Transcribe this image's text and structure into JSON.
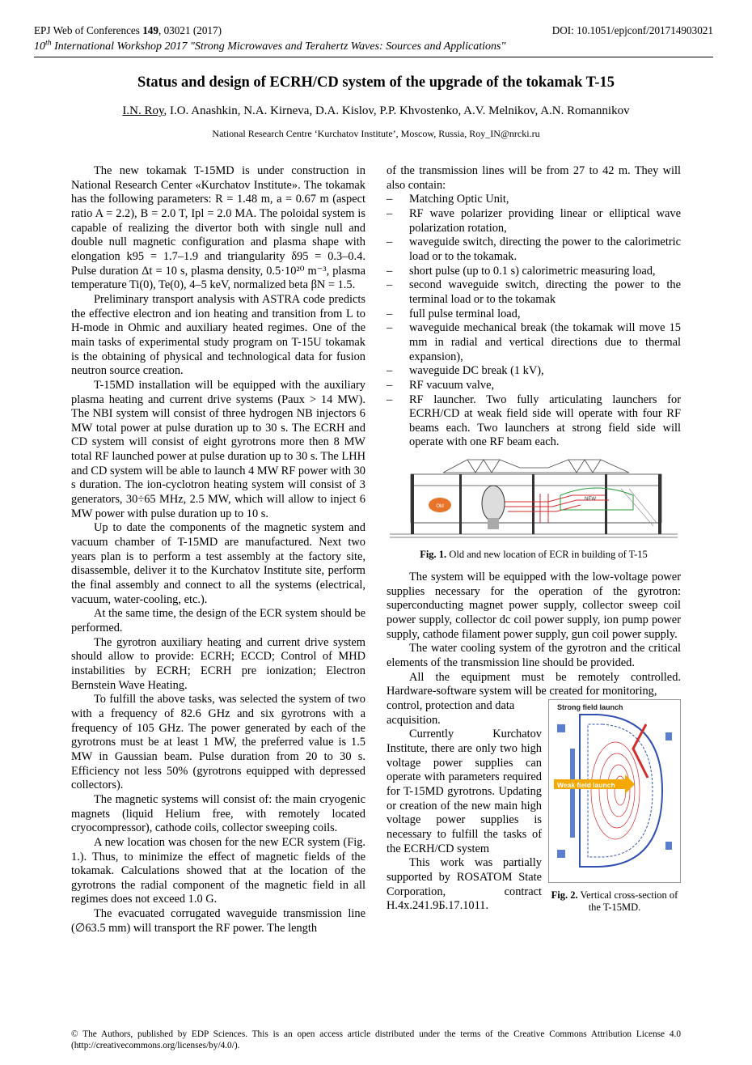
{
  "header": {
    "journal": "EPJ Web of Conferences ",
    "volume": "149",
    "article": ", 03021 (2017)",
    "doi": "DOI: 10.1051/epjconf/201714903021",
    "workshop_num": "10",
    "workshop_sup": "th",
    "workshop_rest": " International Workshop 2017 \"Strong Microwaves and Terahertz Waves: Sources and Applications\""
  },
  "title": "Status and design of ECRH/CD system of the upgrade of the tokamak T-15",
  "authors": {
    "first": "I.N. Roy",
    "rest": ", I.O. Anashkin, N.A. Kirneva, D.A. Kislov, P.P. Khvostenko, A.V. Melnikov, A.N. Romannikov"
  },
  "affiliation": "National Research Centre ‘Kurchatov Institute’, Moscow, Russia, Roy_IN@nrcki.ru",
  "left_column": {
    "p1": "The new tokamak T-15MD is under construction in National Research Center «Kurchatov Institute». The tokamak has the following parameters: R = 1.48 m, a = 0.67 m (aspect ratio A = 2.2), B = 2.0 T, Ipl = 2.0 MA. The poloidal system is capable of realizing the divertor both with single null and double null magnetic configuration and plasma shape with elongation k95 = 1.7–1.9 and triangularity δ95 = 0.3–0.4. Pulse duration Δt = 10 s, plasma density, 0.5·10²⁰ m⁻³, plasma temperature Ti(0), Te(0), 4–5 keV, normalized beta βN = 1.5.",
    "p2": "Preliminary transport analysis with ASTRA code predicts the effective electron and ion heating and transition from L to H-mode in Ohmic and auxiliary heated regimes. One of the main tasks of experimental study program on T-15U tokamak is the obtaining of physical and technological data for fusion neutron source creation.",
    "p3": "T-15MD installation will be equipped with the auxiliary plasma heating and current drive systems (Paux > 14 MW). The NBI system will consist of three hydrogen NB injectors 6 MW total power at pulse duration up to 30 s. The ECRH and CD system will consist of eight gyrotrons more then 8 MW total RF launched power at pulse duration up to 30 s. The LHH and CD system will be able to launch 4 MW RF power with 30 s duration. The ion-cyclotron heating system will consist of 3 generators, 30÷65 MHz, 2.5 MW, which will allow to inject 6 MW power with pulse duration up to 10 s.",
    "p4": "Up to date the components of the magnetic system and vacuum chamber of T-15MD are manufactured. Next two years plan is to perform a test assembly at the factory site, disassemble, deliver it to the Kurchatov Institute site, perform the final assembly and connect to all the systems (electrical, vacuum, water-cooling, etc.).",
    "p5": "At the same time, the design of the ECR system should be performed.",
    "p6": "The gyrotron auxiliary heating and current drive system should allow to provide: ECRH; ECCD; Control of MHD instabilities by ECRH; ECRH pre ionization; Electron Bernstein Wave Heating.",
    "p7": "To fulfill the above tasks, was selected the system of two with a frequency of 82.6 GHz and six gyrotrons with a frequency of 105 GHz. The power generated by each of the gyrotrons must be at least 1 MW, the preferred value is 1.5 MW in Gaussian beam. Pulse duration from 20 to 30 s. Efficiency not less 50% (gyrotrons equipped with depressed collectors).",
    "p8": "The magnetic systems will consist of: the main cryogenic magnets (liquid Helium free, with remotely located cryocompressor), cathode coils, collector sweeping coils.",
    "p9": "A new location was chosen for the new ECR system (Fig. 1.). Thus, to minimize the effect of magnetic fields of the tokamak. Calculations showed that at the location of the gyrotrons the radial component of the magnetic field in all regimes does not exceed 1.0 G.",
    "p10": "The evacuated corrugated waveguide transmission line (∅63.5 mm) will transport the RF power. The length"
  },
  "right_column": {
    "p1": "of the transmission lines will be from 27 to 42 m. They will also contain:",
    "list": [
      "Matching Optic Unit,",
      "RF wave polarizer providing linear or elliptical wave polarization rotation,",
      "waveguide switch, directing the power to the calorimetric load or to the tokamak.",
      "short pulse (up to 0.1 s) calorimetric measuring load,",
      "second waveguide switch, directing the power to the terminal load or to the tokamak",
      "full pulse terminal load,",
      "waveguide mechanical break (the tokamak will move 15 mm in radial and vertical directions due to thermal expansion),",
      "waveguide DC break (1 kV),",
      "RF vacuum valve,",
      "RF launcher. Two fully articulating launchers for ECRH/CD at weak field side will operate with four RF beams each. Two launchers at strong field side will operate with one RF beam each."
    ],
    "fig1_label": "Fig. 1.",
    "fig1_caption": " Old and new location of ECR in building of T-15",
    "fig1_text_old": "Old",
    "fig1_text_new": "NEW",
    "p2": "The system will be equipped with the low-voltage power supplies necessary for the operation of the gyrotron: superconducting magnet power supply, collector sweep coil power supply, collector dc coil power supply, ion pump power supply, cathode filament power supply, gun coil power supply.",
    "p3": "The water cooling system of the gyrotron and the critical elements of the transmission line should be provided.",
    "p4": "All the equipment must be remotely controlled. Hardware-software system will be created for monitoring,",
    "p4b": "control, protection and data acquisition.",
    "p5": "Currently Kurchatov Institute, there are only two high voltage power supplies can operate with parameters required for T-15MD gyrotrons. Updating or creation of the new main high voltage power supplies is necessary to fulfill the tasks of the ECRH/CD system",
    "p6": "This work was partially supported by ROSATOM State Corporation, contract H.4x.241.9Б.17.1011.",
    "fig2_strong": "Strong field launch",
    "fig2_weak": "Weak field launch",
    "fig2_label": "Fig. 2.",
    "fig2_caption": " Vertical cross-section of the T-15MD."
  },
  "footer": "© The Authors, published by EDP Sciences. This is an open access article distributed under the terms of the Creative Commons Attribution License 4.0 (http://creativecommons.org/licenses/by/4.0/).",
  "colors": {
    "launch_red": "#d42b2b",
    "arrow_orange": "#f5a800",
    "old_orange": "#e8742a"
  }
}
